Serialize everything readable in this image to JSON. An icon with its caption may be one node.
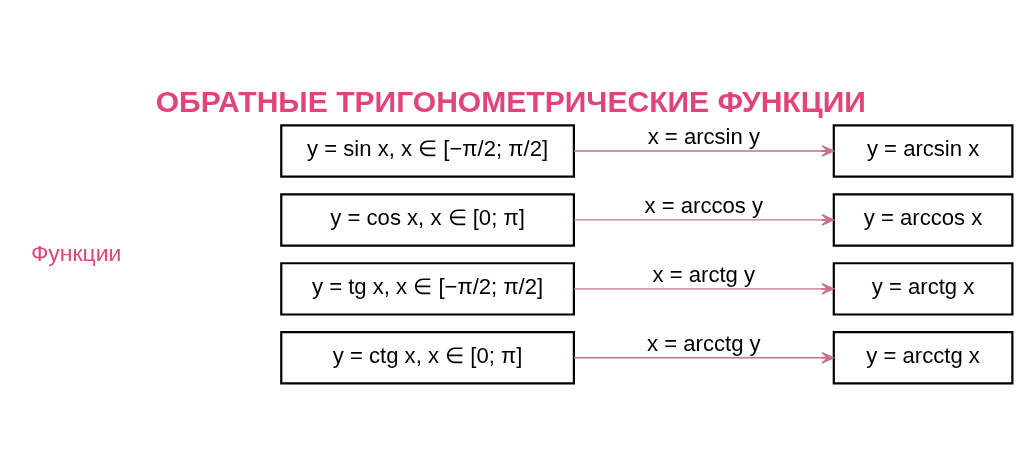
{
  "diagram": {
    "title": "ОБРАТНЫЕ ТРИГОНОМЕТРИЧЕСКИЕ ФУНКЦИИ",
    "nodes": [
      {
        "text": [
          "y = sin x, x ∈ [−π/2; π/2]"
        ]
      },
      {
        "text": [
          "y = cos x, x ∈ [0; π]"
        ]
      },
      {
        "text": [
          "y = tg x, x ∈ [−π/2; π/2]"
        ]
      },
      {
        "text": [
          "y = ctg x, x ∈ [0; π]"
        ]
      },
      {
        "text": [
          "y = arcsin x"
        ]
      },
      {
        "text": [
          "y = arccos x"
        ]
      },
      {
        "text": [
          "y = arctg x"
        ]
      },
      {
        "text": [
          "y = arcctg x"
        ]
      }
    ],
    "edges": [
      {
        "from": 0,
        "to": 4,
        "arrow": "to",
        "label": "x = arcsin y"
      },
      {
        "from": 1,
        "to": 5,
        "arrow": "to",
        "label": "x = arccos y"
      },
      {
        "from": 2,
        "to": 6,
        "arrow": "to",
        "label": "x = arctg y"
      },
      {
        "from": 3,
        "to": 7,
        "arrow": "to",
        "label": "x = arcctg y"
      }
    ],
    "labels": [
      "Функции"
    ]
  }
}
